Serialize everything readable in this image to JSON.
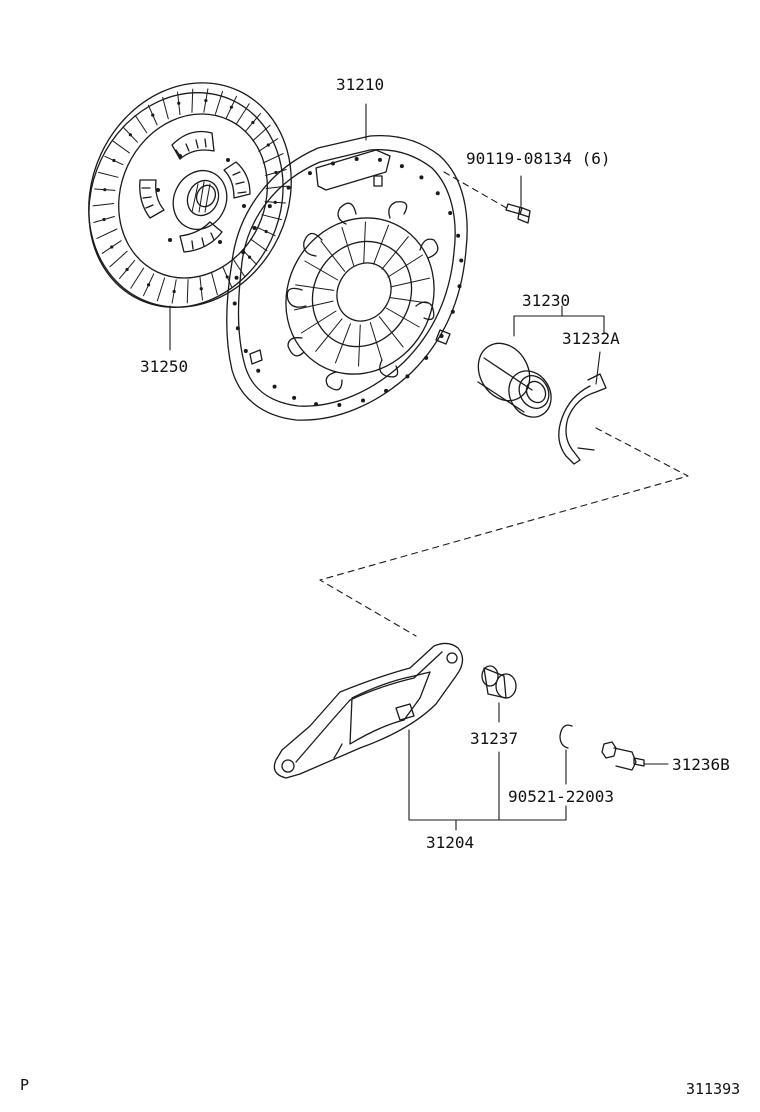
{
  "labels": {
    "clutch_disc": "31250",
    "clutch_cover": "31210",
    "cover_bolt": "90119-08134 (6)",
    "release_bearing_assy": "31230",
    "bearing_clip": "31232A",
    "release_fork_boot": "31237",
    "snap_ring": "90521-22003",
    "fork_pivot_stud": "31236B",
    "release_fork_sub_assy": "31204"
  },
  "corner": {
    "left": "P",
    "figure_code": "311393"
  },
  "colors": {
    "line": "#1a1a1a",
    "background": "#ffffff"
  }
}
